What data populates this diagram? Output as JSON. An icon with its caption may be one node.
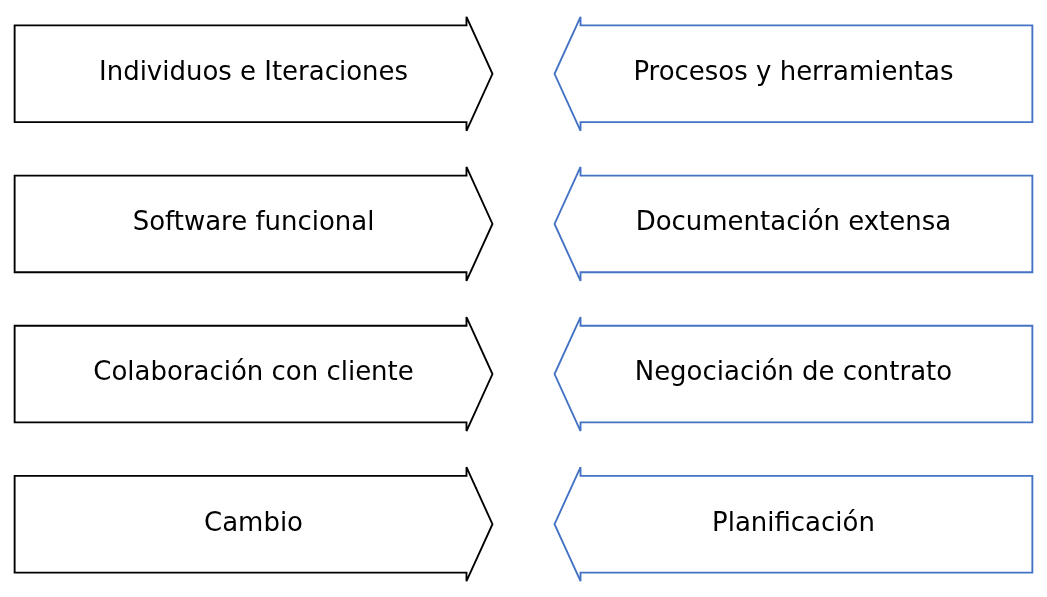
{
  "diagram": {
    "nodes": [
      {
        "text": [
          "Individuos e Iteraciones"
        ]
      },
      {
        "text": [
          "Procesos y herramientas"
        ]
      },
      {
        "text": [
          "Software funcional"
        ]
      },
      {
        "text": [
          "Documentación extensa"
        ]
      },
      {
        "text": [
          "Colaboración con cliente"
        ]
      },
      {
        "text": [
          "Negociación de contrato"
        ]
      },
      {
        "text": [
          "Cambio"
        ]
      },
      {
        "text": [
          "Planificación"
        ]
      }
    ]
  }
}
